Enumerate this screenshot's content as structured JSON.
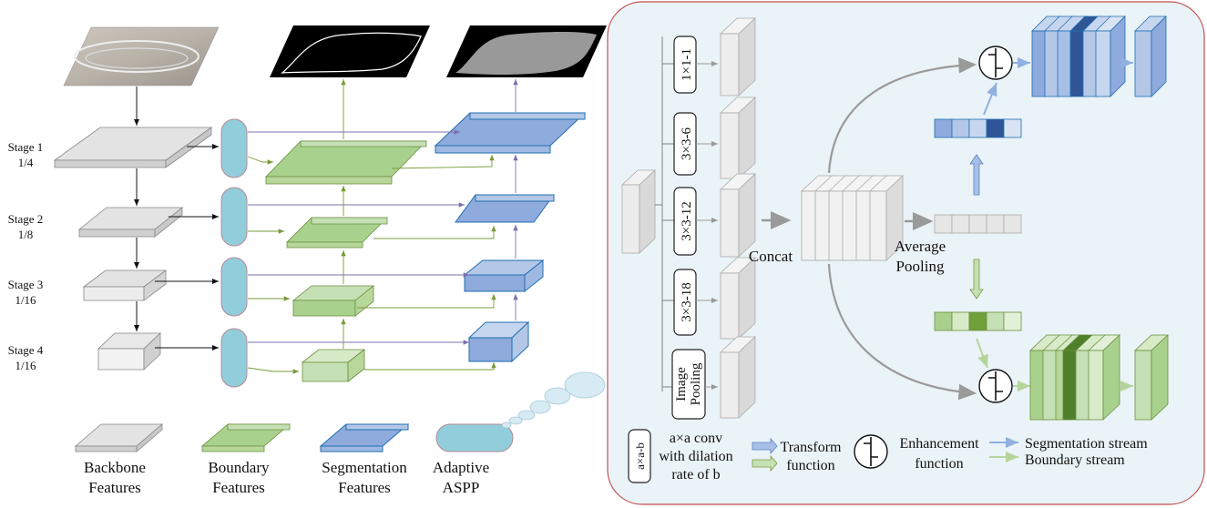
{
  "left_panel": {
    "stages": [
      {
        "name": "Stage 1",
        "scale": "1/4"
      },
      {
        "name": "Stage 2",
        "scale": "1/8"
      },
      {
        "name": "Stage 3",
        "scale": "1/16"
      },
      {
        "name": "Stage 4",
        "scale": "1/16"
      }
    ]
  },
  "legend": {
    "backbone": [
      "Backbone",
      "Features"
    ],
    "boundary": [
      "Boundary",
      "Features"
    ],
    "segmentation": [
      "Segmentation",
      "Features"
    ],
    "aspp": [
      "Adaptive",
      "ASPP"
    ]
  },
  "aspp_panel": {
    "convs": [
      "1×1-1",
      "3×3-6",
      "3×3-12",
      "3×3-18"
    ],
    "image_pooling": [
      "Image",
      "Pooling"
    ],
    "concat": "Concat",
    "average_pooling": [
      "Average",
      "Pooling"
    ]
  },
  "aspp_legend": {
    "conv_symbol": "a×a-b",
    "conv_desc": [
      "a×a conv",
      "with dilation",
      "rate of b"
    ],
    "transform": [
      "Transform",
      "function"
    ],
    "enhancement": [
      "Enhancement",
      "function"
    ],
    "seg_stream": "Segmentation stream",
    "boundary_stream": "Boundary stream"
  },
  "colors": {
    "backbone_fill": "#dcdcdc",
    "boundary_fill": "#a9d18e",
    "segmentation_fill": "#8faadc",
    "aspp_fill": "#92cddc",
    "panel_bg": "#eaf3f7",
    "panel_border": "#c0504d"
  }
}
